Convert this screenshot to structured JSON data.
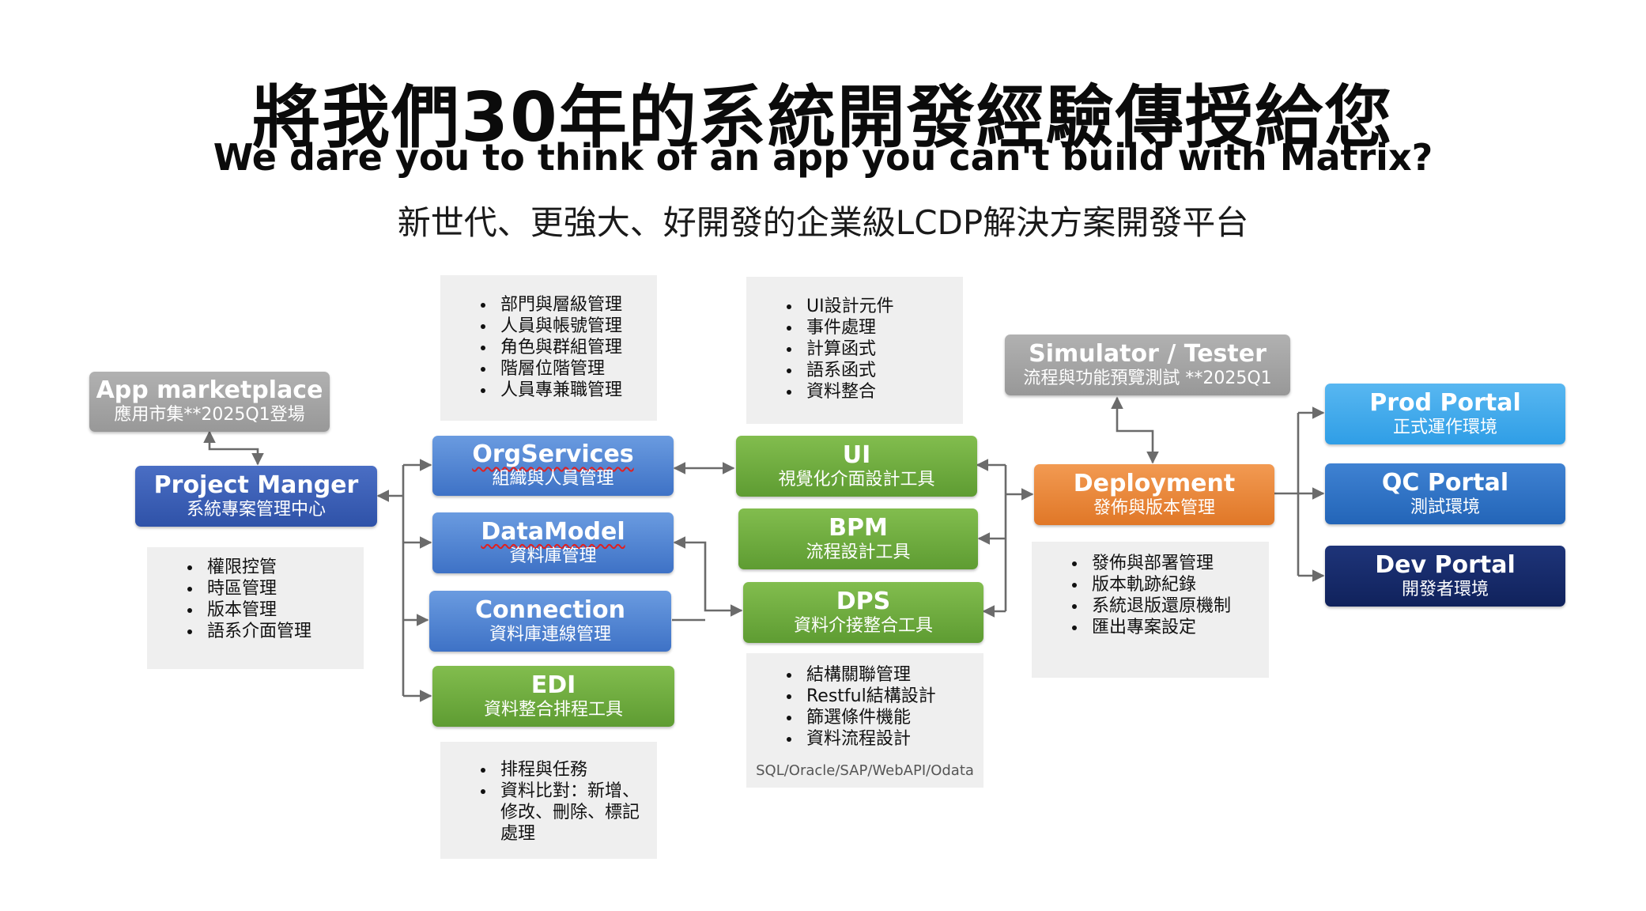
{
  "header": {
    "title": "將我們30年的系統開發經驗傳授給您",
    "subtitle": "We dare you to think of an app you can't build with Matrix?",
    "tagline": "新世代、更強大、好開發的企業級LCDP解決方案開發平台"
  },
  "colors": {
    "connector": "#6b6b6b",
    "blue": "#4a7fd0",
    "green": "#6aaa3a",
    "orange": "#ec8a3c",
    "gray": "#a6a6a6",
    "sky": "#3aa8ec",
    "mid_blue": "#2d6fc2",
    "dark_navy": "#142a66",
    "note_bg": "#efefef"
  },
  "nodes": {
    "app_marketplace": {
      "title": "App marketplace",
      "subtitle": "應用市集**2025Q1登場"
    },
    "project_manager": {
      "title": "Project Manger",
      "subtitle": "系統專案管理中心"
    },
    "orgservices": {
      "title": "OrgServices",
      "subtitle": "組織與人員管理"
    },
    "datamodel": {
      "title": "DataModel",
      "subtitle": "資料庫管理"
    },
    "connection": {
      "title": "Connection",
      "subtitle": "資料庫連線管理"
    },
    "edi": {
      "title": "EDI",
      "subtitle": "資料整合排程工具"
    },
    "ui": {
      "title": "UI",
      "subtitle": "視覺化介面設計工具"
    },
    "bpm": {
      "title": "BPM",
      "subtitle": "流程設計工具"
    },
    "dps": {
      "title": "DPS",
      "subtitle": "資料介接整合工具"
    },
    "simulator": {
      "title": "Simulator / Tester",
      "subtitle": "流程與功能預覽測試 **2025Q1"
    },
    "deployment": {
      "title": "Deployment",
      "subtitle": "發佈與版本管理"
    },
    "prod_portal": {
      "title": "Prod Portal",
      "subtitle": "正式運作環境"
    },
    "qc_portal": {
      "title": "QC Portal",
      "subtitle": "測試環境"
    },
    "dev_portal": {
      "title": "Dev Portal",
      "subtitle": "開發者環境"
    }
  },
  "notes": {
    "project_manager": {
      "items": [
        "權限控管",
        "時區管理",
        "版本管理",
        "語系介面管理"
      ]
    },
    "orgservices": {
      "items": [
        "部門與層級管理",
        "人員與帳號管理",
        "角色與群組管理",
        "階層位階管理",
        "人員專兼職管理"
      ]
    },
    "edi": {
      "items": [
        "排程與任務",
        "資料比對：新增、修改、刪除、標記處理"
      ]
    },
    "ui": {
      "items": [
        "UI設計元件",
        "事件處理",
        "計算函式",
        "語系函式",
        "資料整合"
      ]
    },
    "dps": {
      "items": [
        "結構關聯管理",
        "Restful結構設計",
        "篩選條件機能",
        "資料流程設計"
      ],
      "footer": "SQL/Oracle/SAP/WebAPI/Odata"
    },
    "deployment": {
      "items": [
        "發佈與部署管理",
        "版本軌跡紀錄",
        "系統退版還原機制",
        "匯出專案設定"
      ]
    }
  }
}
